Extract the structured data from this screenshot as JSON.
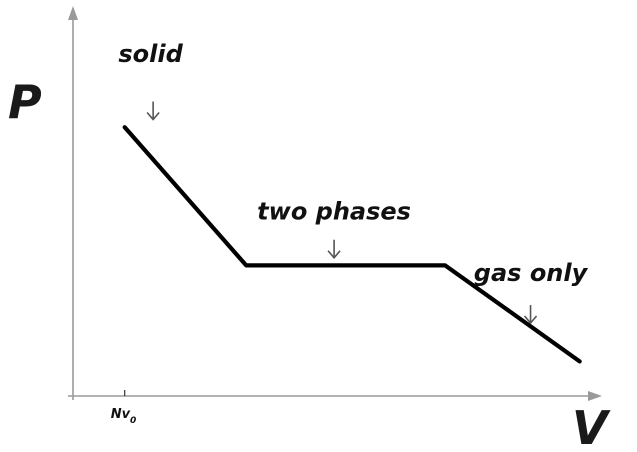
{
  "chart_data": {
    "type": "line",
    "xlabel": "V",
    "ylabel": "P",
    "x_ticks": [
      {
        "value": 1,
        "label_main": "Nv",
        "label_sub": "0"
      }
    ],
    "xlim": [
      0,
      10
    ],
    "ylim": [
      0,
      10
    ],
    "grid": false,
    "series": [
      {
        "x": [
          1.0,
          3.35,
          7.2,
          9.8
        ],
        "y": [
          7.0,
          3.4,
          3.4,
          0.9
        ]
      }
    ],
    "annotations": [
      {
        "text": "solid",
        "x": 1.5,
        "y": 8.7,
        "arrow_to": [
          1.55,
          7.2
        ]
      },
      {
        "text": "two phases",
        "x": 5.05,
        "y": 4.6,
        "arrow_to": [
          5.05,
          3.6
        ]
      },
      {
        "text": "gas only",
        "x": 8.85,
        "y": 3.0,
        "arrow_to": [
          8.85,
          1.9
        ]
      }
    ],
    "colors": {
      "curve": "#000000",
      "axes": "#9a9a9a",
      "arrows": "#555555",
      "text": "#111111"
    }
  }
}
